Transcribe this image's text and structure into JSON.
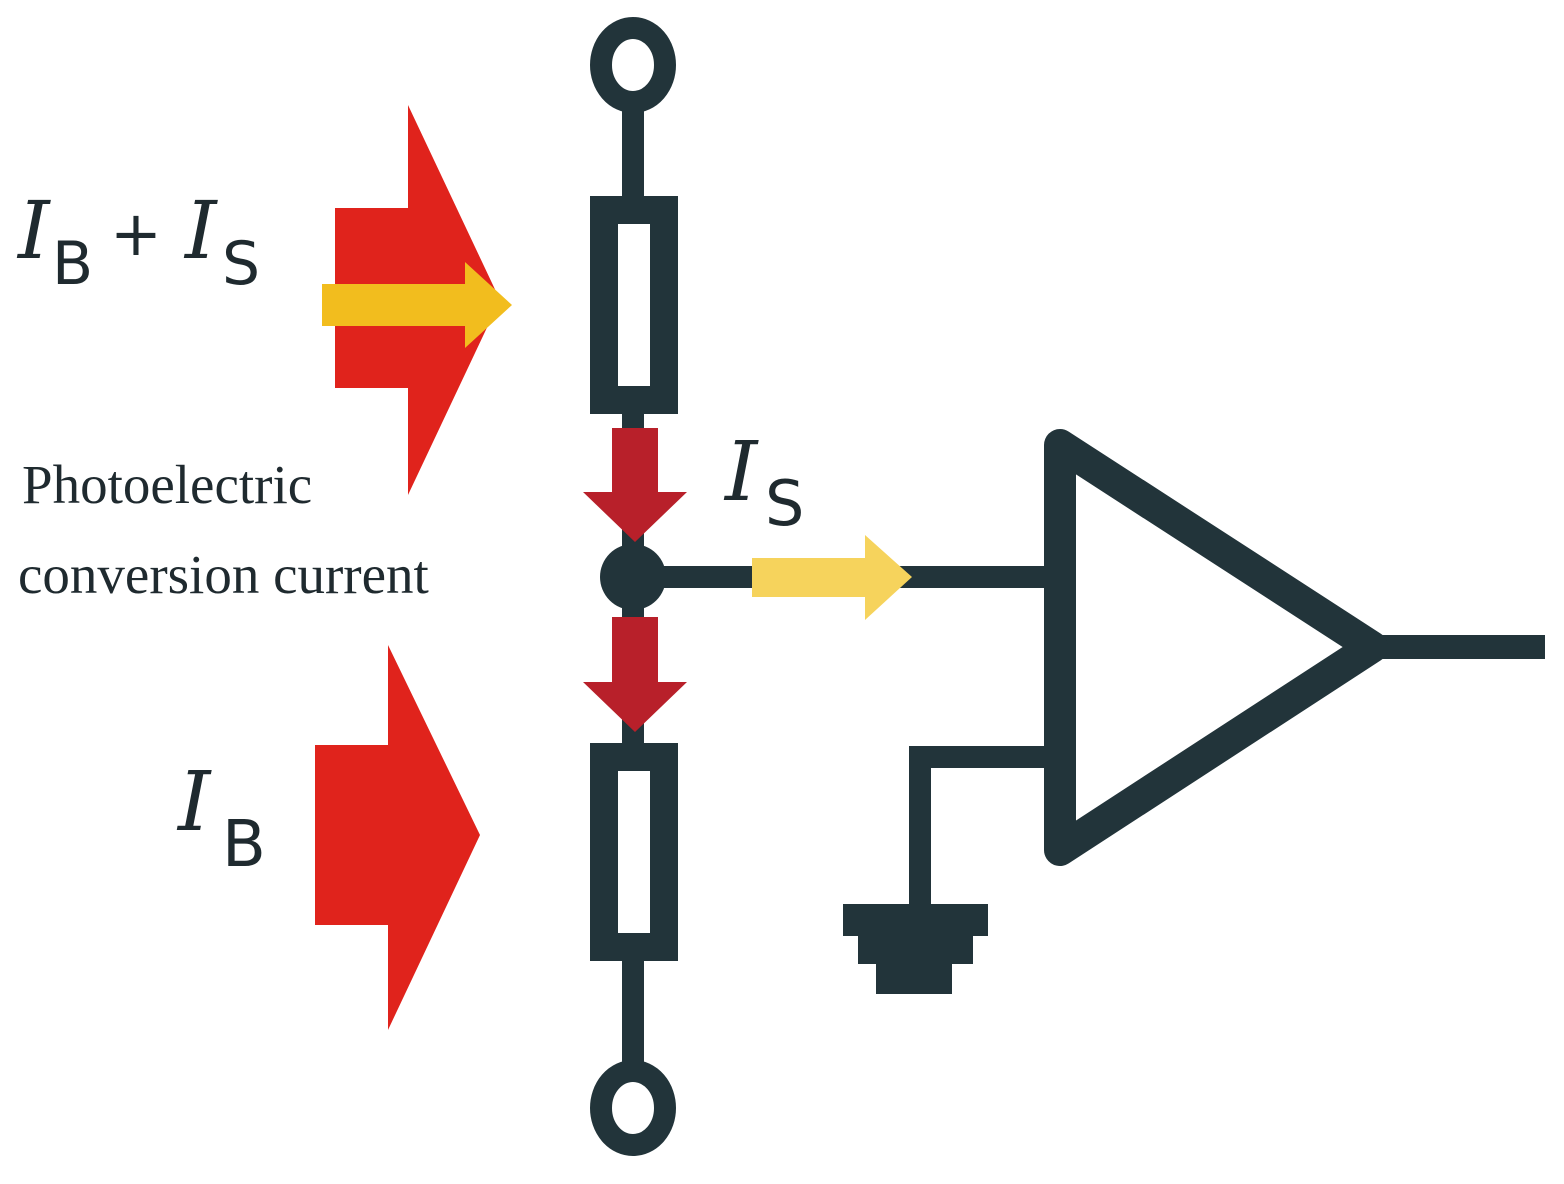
{
  "labels": {
    "top_current_main": "I",
    "top_current_sub1": "B",
    "top_current_plus": "+",
    "top_current_main2": "I",
    "top_current_sub2": "S",
    "signal_main": "I",
    "signal_sub": "S",
    "bottom_current_main": "I",
    "bottom_current_sub": "B",
    "photo_line1": "Photoelectric",
    "photo_line2": "conversion current"
  },
  "colors": {
    "wire": "#22343a",
    "big_arrow": "#e0231c",
    "small_arrow_down": "#b8202a",
    "yellow_arrow": "#f2bd1e",
    "light_yellow_arrow": "#f6d35c",
    "background": "#ffffff"
  }
}
